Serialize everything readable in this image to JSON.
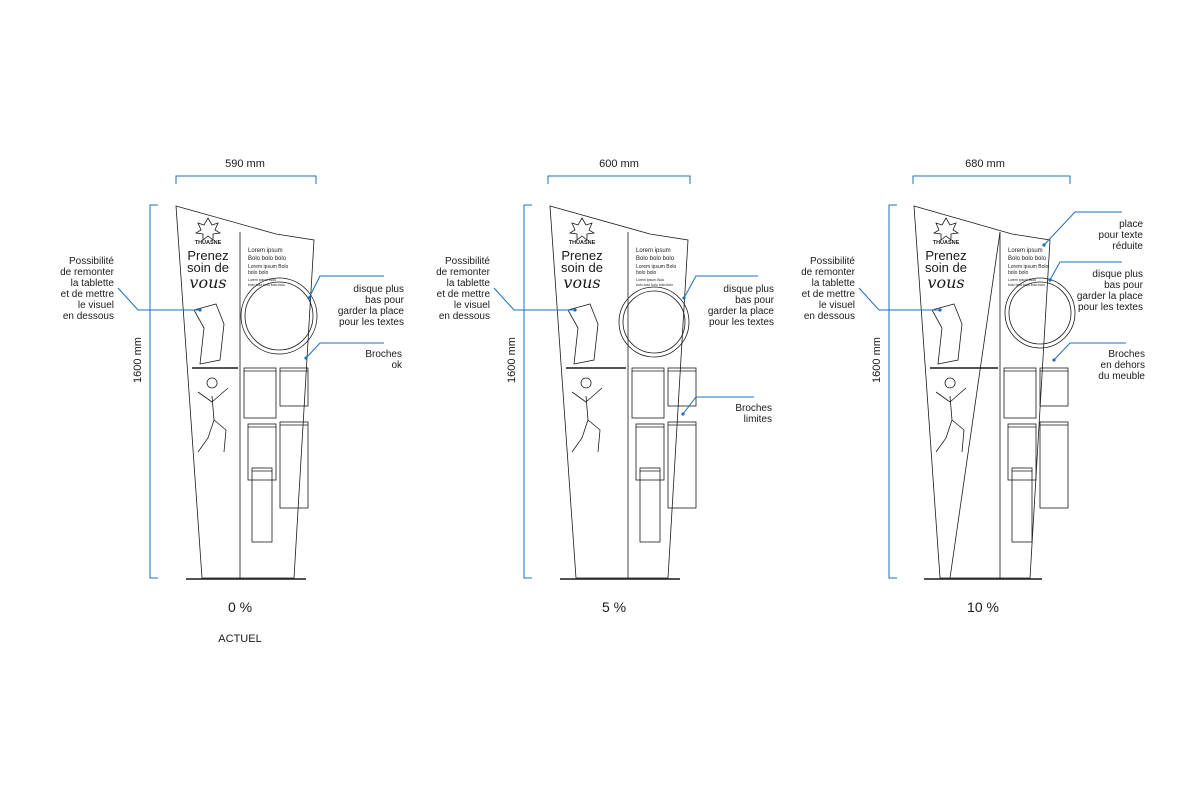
{
  "variants": [
    {
      "width_label": "590 mm",
      "height_label": "1600 mm",
      "percent_label": "0 %",
      "sub_label": "ACTUEL",
      "brand": "THUASNE",
      "slogan": [
        "Prenez",
        "soin de",
        "vous"
      ],
      "lorem": [
        "Lorem ipsum",
        "Bolo bolo bolo",
        "Lorem ipsum Bolo",
        "bolo bolo",
        "Lorem ipsum Bolo",
        "bolo bolo bolo bolo bolo"
      ],
      "annotations": [
        {
          "lines": [
            "Possibilité",
            "de remonter",
            "la tablette",
            "et de mettre",
            "le visuel",
            "en dessous"
          ]
        },
        {
          "lines": [
            "disque plus",
            "bas pour",
            "garder la place",
            "pour les textes"
          ]
        },
        {
          "lines": [
            "Broches",
            "ok"
          ]
        }
      ]
    },
    {
      "width_label": "600 mm",
      "height_label": "1600 mm",
      "percent_label": "5 %",
      "sub_label": "",
      "brand": "THUASNE",
      "slogan": [
        "Prenez",
        "soin de",
        "vous"
      ],
      "lorem": [
        "Lorem ipsum",
        "Bolo bolo bolo",
        "Lorem ipsum Bolo",
        "bolo bolo",
        "Lorem ipsum Bolo",
        "bolo bolo bolo bolo bolo"
      ],
      "annotations": [
        {
          "lines": [
            "Possibilité",
            "de remonter",
            "la tablette",
            "et de mettre",
            "le visuel",
            "en dessous"
          ]
        },
        {
          "lines": [
            "disque plus",
            "bas pour",
            "garder la place",
            "pour les textes"
          ]
        },
        {
          "lines": [
            "Broches",
            "limites"
          ]
        }
      ]
    },
    {
      "width_label": "680 mm",
      "height_label": "1600 mm",
      "percent_label": "10 %",
      "sub_label": "",
      "brand": "THUASNE",
      "slogan": [
        "Prenez",
        "soin de",
        "vous"
      ],
      "lorem": [
        "Lorem ipsum",
        "Bolo bolo bolo",
        "Lorem ipsum Bolo",
        "bolo bolo",
        "Lorem ipsum Bolo",
        "bolo bolo bolo bolo bolo"
      ],
      "annotations": [
        {
          "lines": [
            "Possibilité",
            "de remonter",
            "la tablette",
            "et de mettre",
            "le visuel",
            "en dessous"
          ]
        },
        {
          "lines": [
            "place",
            "pour texte",
            "réduite"
          ]
        },
        {
          "lines": [
            "disque plus",
            "bas pour",
            "garder la place",
            "pour les textes"
          ]
        },
        {
          "lines": [
            "Broches",
            "en dehors",
            "du meuble"
          ]
        }
      ]
    }
  ]
}
